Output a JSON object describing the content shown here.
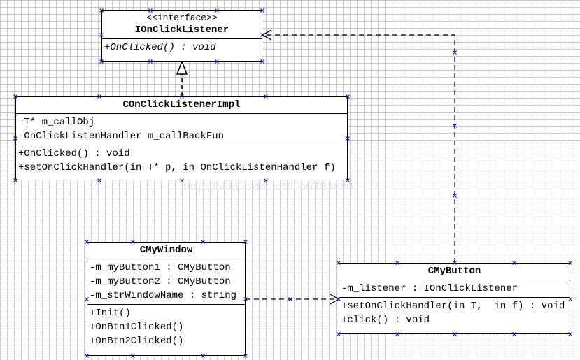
{
  "interface_class": {
    "stereotype": "<<interface>>",
    "name": "IOnClickListener",
    "operations": [
      "+OnClicked() : void"
    ]
  },
  "impl_class": {
    "name": "COnClickListenerImpl",
    "attributes": [
      "-T* m_callObj",
      "-OnClickListenHandler m_callBackFun"
    ],
    "operations": [
      "+OnClicked() : void",
      "+setOnClickHandler(in T* p, in OnClickListenHandler f)"
    ]
  },
  "window_class": {
    "name": "CMyWindow",
    "attributes": [
      "-m_myButton1 : CMyButton",
      "-m_myButton2 : CMyButton",
      "-m_strWindowName : string"
    ],
    "operations": [
      "+Init()",
      "+OnBtn1Clicked()",
      "+OnBtn2Clicked()"
    ]
  },
  "button_class": {
    "name": "CMyButton",
    "attributes": [
      "-m_listener : IOnClickListener"
    ],
    "operations": [
      "+setOnClickHandler(in T,  in f) : void",
      "+click() : void"
    ]
  },
  "watermark": "http://blog.csdn.net/luoti784600",
  "colors": {
    "line": "#000000",
    "handle": "#1a1ab0",
    "grid": "#c8c8c8"
  }
}
